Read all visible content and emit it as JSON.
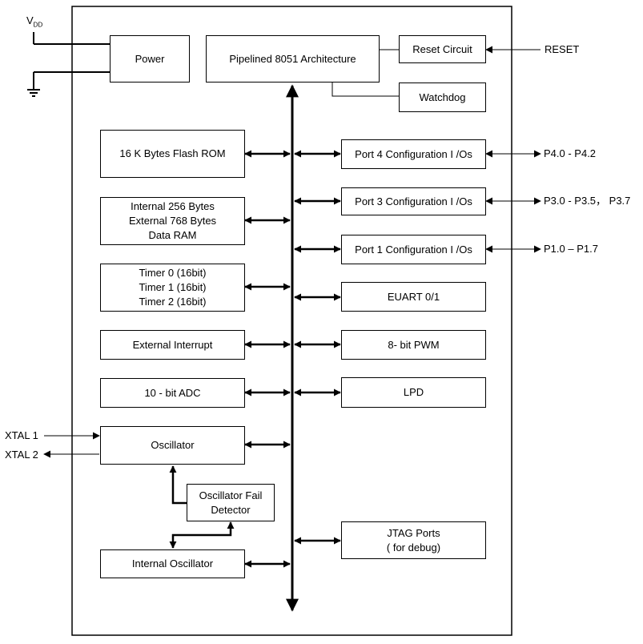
{
  "external": {
    "vdd_main": "V",
    "vdd_sub": "DD",
    "reset": "RESET",
    "xtal1": "XTAL 1",
    "xtal2": "XTAL 2",
    "p4_pins": "P4.0 - P4.2",
    "p3_pins": "P3.0 - P3.5， P3.7",
    "p1_pins": "P1.0  –  P1.7"
  },
  "blocks": {
    "power": "Power",
    "core": "Pipelined 8051 Architecture",
    "reset_circuit": "Reset Circuit",
    "watchdog": "Watchdog",
    "flash": "16 K Bytes Flash ROM",
    "ram": "Internal 256 Bytes\nExternal 768 Bytes\nData RAM",
    "timers": "Timer 0 (16bit)\nTimer 1 (16bit)\nTimer 2 (16bit)",
    "ext_interrupt": "External Interrupt",
    "adc": "10 - bit ADC",
    "oscillator": "Oscillator",
    "osc_fail": "Oscillator Fail\nDetector",
    "internal_osc": "Internal Oscillator",
    "port4": "Port 4  Configuration I /Os",
    "port3": "Port 3  Configuration I /Os",
    "port1": "Port 1  Configuration I /Os",
    "euart": "EUART 0/1",
    "pwm": "8- bit PWM",
    "lpd": "LPD",
    "jtag": "JTAG Ports\n( for debug)"
  }
}
